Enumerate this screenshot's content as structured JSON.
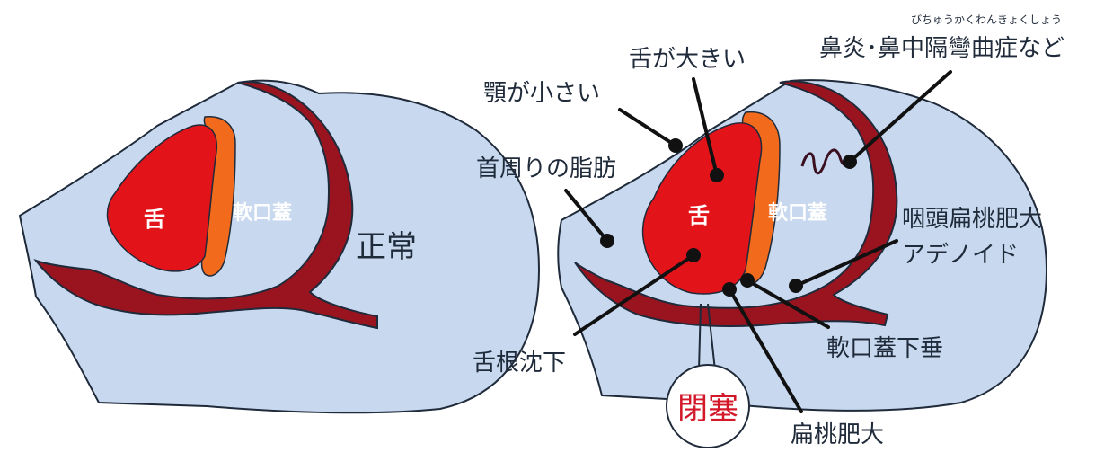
{
  "colors": {
    "skin": "#c8d9ef",
    "outline": "#1f2a3a",
    "dark_tissue": "#9a1420",
    "tongue": "#e3131a",
    "palate_band": "#f26a1b",
    "blockage_text": "#d3182a"
  },
  "normal": {
    "tongue_label": "舌",
    "palate_label": "軟口蓋",
    "caption": "正常"
  },
  "apnea": {
    "tongue_label": "舌",
    "palate_label": "軟口蓋",
    "labels": {
      "small_jaw": "顎が小さい",
      "large_tongue": "舌が大きい",
      "nasal_ruby": "びちゅうかくわんきょくしょう",
      "nasal": "鼻炎･鼻中隔彎曲症など",
      "neck_fat": "首周りの脂肪",
      "adenoid_line1": "咽頭扁桃肥大",
      "adenoid_line2": "アデノイド",
      "tongue_base": "舌根沈下",
      "uvula": "軟口蓋下垂",
      "tonsil": "扁桃肥大",
      "blockage": "閉塞"
    }
  }
}
